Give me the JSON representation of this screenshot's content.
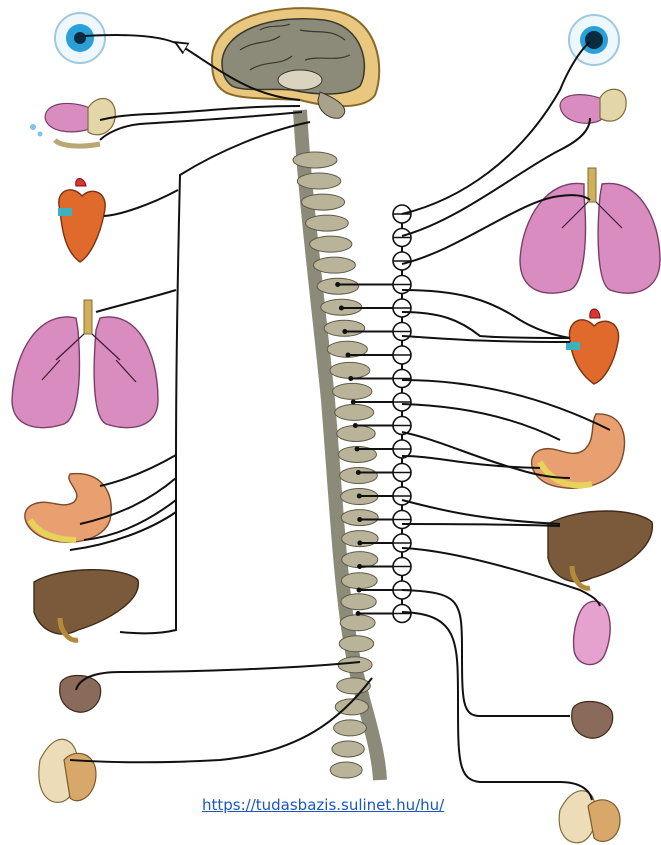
{
  "diagram": {
    "sympathetic_side": "right",
    "parasympathetic_side": "left",
    "organs_left": [
      "eye-icon",
      "lacrimal-salivary-gland-icon",
      "heart-icon",
      "lungs-icon",
      "stomach-icon",
      "liver-icon",
      "bladder-icon",
      "genitals-icon"
    ],
    "organs_right": [
      "eye-icon",
      "salivary-gland-icon",
      "lungs-icon",
      "heart-icon",
      "stomach-icon",
      "liver-icon",
      "kidney-icon",
      "bladder-icon",
      "genitals-icon"
    ],
    "colors": {
      "nerve": "#111111",
      "spine_bone": "#a8a28a",
      "brain": "#8c8a78",
      "lung": "#d98cc0",
      "heart": "#e06a2c",
      "liver": "#7a5a3a",
      "stomach": "#e9a070",
      "eye": "#2aa0d8"
    }
  },
  "source": {
    "url": "https://tudasbazis.sulinet.hu/hu/"
  }
}
